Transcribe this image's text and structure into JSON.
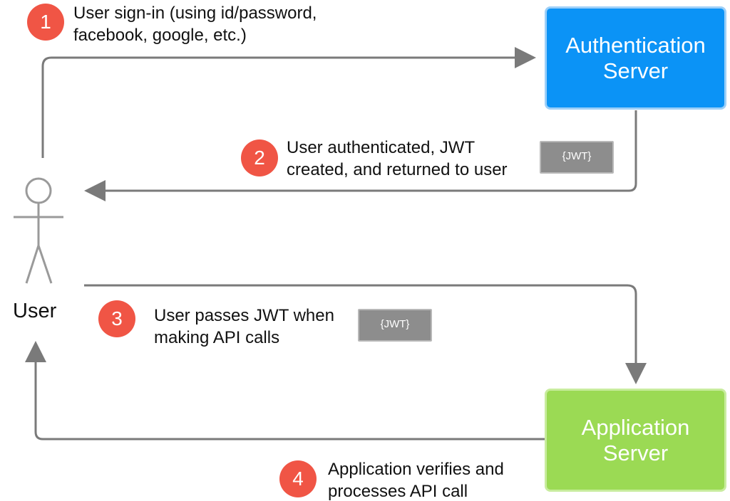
{
  "actor": {
    "label": "User"
  },
  "servers": {
    "auth": {
      "label": "Authentication\nServer",
      "color": "#0b93f6"
    },
    "app": {
      "label": "Application\nServer",
      "color": "#9bda54"
    }
  },
  "steps": [
    {
      "number": "1",
      "text": "User sign-in (using id/password,\nfacebook, google, etc.)"
    },
    {
      "number": "2",
      "text": "User authenticated, JWT\ncreated, and returned to user"
    },
    {
      "number": "3",
      "text": "User passes JWT when\nmaking API calls"
    },
    {
      "number": "4",
      "text": "Application verifies and\nprocesses API call"
    }
  ],
  "tokens": [
    {
      "label": "{JWT}"
    },
    {
      "label": "{JWT}"
    }
  ],
  "colors": {
    "step_badge": "#f05545",
    "arrow": "#7a7a7a",
    "token": "#8d8d8d"
  }
}
